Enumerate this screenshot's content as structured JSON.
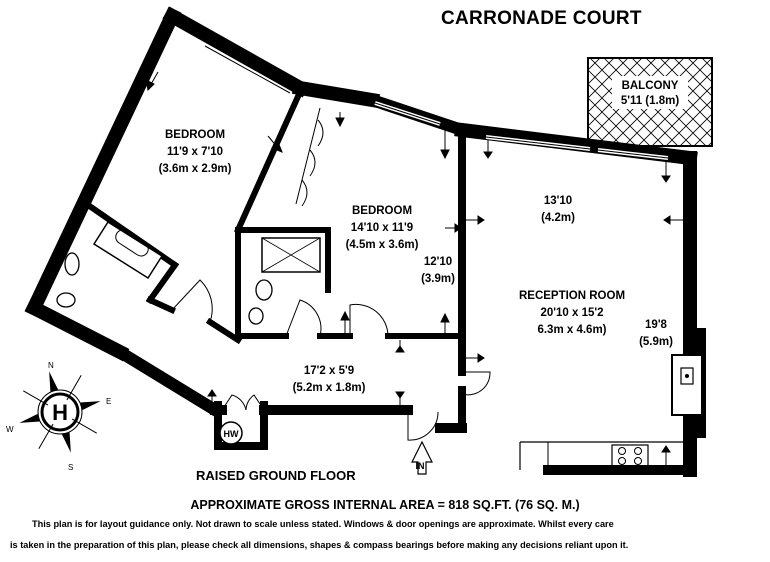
{
  "header": {
    "title": "CARRONADE COURT"
  },
  "rooms": {
    "bedroom1": {
      "name": "BEDROOM",
      "dim_ft": "11'9 x 7'10",
      "dim_m": "(3.6m x 2.9m)"
    },
    "bedroom2": {
      "name": "BEDROOM",
      "dim_ft": "14'10 x 11'9",
      "dim_m": "(4.5m x 3.6m)",
      "side_ft": "12'10",
      "side_m": "(3.9m)"
    },
    "reception": {
      "name": "RECEPTION ROOM",
      "dim_ft": "20'10 x 15'2",
      "dim_m": "6.3m x 4.6m)",
      "top_ft": "13'10",
      "top_m": "(4.2m)",
      "side_ft": "19'8",
      "side_m": "(5.9m)"
    },
    "hall": {
      "dim_ft": "17'2 x 5'9",
      "dim_m": "(5.2m x 1.8m)"
    },
    "balcony": {
      "name": "BALCONY",
      "dim": "5'11 (1.8m)"
    },
    "cupboard": {
      "label": "HW"
    }
  },
  "compass": {
    "letter": "H",
    "n": "N",
    "e": "E",
    "s": "S",
    "w": "W"
  },
  "entrance": {
    "label": "IN"
  },
  "footer": {
    "floor": "RAISED GROUND FLOOR",
    "area": "APPROXIMATE GROSS INTERNAL AREA = 818 SQ.FT. (76 SQ. M.)",
    "disclaimer1": "This plan is for layout guidance only. Not drawn to scale unless stated. Windows & door openings are approximate. Whilst every care",
    "disclaimer2": "is taken in the preparation of this plan, please check all dimensions, shapes & compass bearings before making any decisions reliant upon it."
  },
  "colors": {
    "wall": "#000000",
    "paper": "#ffffff"
  }
}
